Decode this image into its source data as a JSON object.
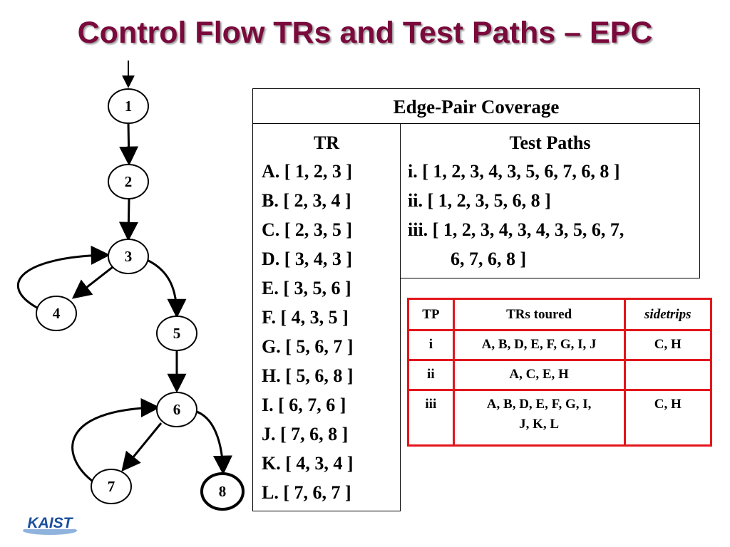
{
  "title": "Control Flow TRs and Test Paths – EPC",
  "graph": {
    "nodes": [
      {
        "id": "1",
        "label": "1",
        "final": false,
        "initial": true
      },
      {
        "id": "2",
        "label": "2",
        "final": false
      },
      {
        "id": "3",
        "label": "3",
        "final": false
      },
      {
        "id": "4",
        "label": "4",
        "final": false
      },
      {
        "id": "5",
        "label": "5",
        "final": false
      },
      {
        "id": "6",
        "label": "6",
        "final": false
      },
      {
        "id": "7",
        "label": "7",
        "final": false
      },
      {
        "id": "8",
        "label": "8",
        "final": true
      }
    ],
    "edges": [
      {
        "from": "1",
        "to": "2"
      },
      {
        "from": "2",
        "to": "3"
      },
      {
        "from": "3",
        "to": "4"
      },
      {
        "from": "4",
        "to": "3"
      },
      {
        "from": "3",
        "to": "5"
      },
      {
        "from": "5",
        "to": "6"
      },
      {
        "from": "6",
        "to": "7"
      },
      {
        "from": "7",
        "to": "6"
      },
      {
        "from": "6",
        "to": "8"
      }
    ]
  },
  "epc_table": {
    "header": "Edge-Pair Coverage",
    "tr_header": "TR",
    "tr_items": [
      "A. [ 1, 2, 3 ]",
      "B. [ 2, 3, 4 ]",
      "C. [ 2, 3, 5 ]",
      "D. [ 3, 4, 3 ]",
      "E. [ 3, 5, 6 ]",
      "F. [ 4, 3, 5 ]",
      "G. [ 5, 6, 7 ]",
      "H. [ 5, 6, 8 ]",
      "I. [ 6, 7, 6 ]",
      "J. [ 7, 6, 8 ]",
      "K. [ 4, 3, 4 ]",
      "L. [ 7, 6, 7 ]"
    ],
    "tp_header": "Test Paths",
    "tp_lines": [
      "i. [ 1, 2, 3, 4, 3, 5, 6, 7, 6, 8 ]",
      "ii. [ 1, 2, 3, 5, 6, 8 ]",
      "iii. [ 1, 2, 3, 4, 3, 4, 3, 5, 6, 7,",
      "6, 7, 6, 8 ]"
    ]
  },
  "tp_table": {
    "headers": [
      "TP",
      "TRs toured",
      "sidetrips"
    ],
    "rows": [
      {
        "tp": "i",
        "toured": "A, B, D, E, F, G, I, J",
        "sidetrips": "C, H"
      },
      {
        "tp": "ii",
        "toured": "A, C, E, H",
        "sidetrips": ""
      },
      {
        "tp": "iii",
        "toured_line1": "A, B, D, E, F, G, I,",
        "toured_line2": "J, K, L",
        "sidetrips": "C, H"
      }
    ]
  },
  "logo": {
    "text": "KAIST"
  },
  "colors": {
    "title": "#7a0a3c",
    "table_border": "#e2161b",
    "logo_blue": "#1a4f9c"
  }
}
